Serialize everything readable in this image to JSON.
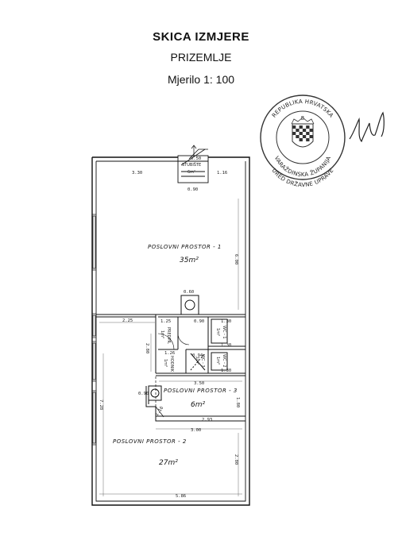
{
  "header": {
    "title": "SKICA IZMJERE",
    "subtitle": "PRIZEMLJE",
    "scale": "Mjerilo 1: 100"
  },
  "stamp": {
    "text_top": "REPUBLIKA HRVATSKA",
    "text_bottom": "VARAŽDINSKA ŽUPANIJA",
    "text_bottom2": "URED DRŽAVNE UPRAVE",
    "number": "8"
  },
  "plan": {
    "rooms": [
      {
        "name": "POSLOVNI  PROSTOR - 1",
        "area": "35m²"
      },
      {
        "name": "POSLOVNI  PROSTOR - 3",
        "area": "6m²"
      },
      {
        "name": "POSLOVNI  PROSTOR - 2",
        "area": "27m²"
      }
    ],
    "small_rooms": [
      {
        "name": "STUBIŠTE",
        "area": "6m²"
      },
      {
        "name": "WC - 1",
        "area": "1m²"
      },
      {
        "name": "WC - 2",
        "area": "1m²"
      },
      {
        "name": "WC - 3",
        "area": "1m²"
      },
      {
        "name": "PREDPR.",
        "area": "1m²"
      },
      {
        "name": "HODNIK",
        "area": "1m²"
      }
    ],
    "dimensions": {
      "top_left": "3.30",
      "top_right": "1.16",
      "stair_width": "0.50",
      "stair_bottom": "0.90",
      "right_upper": "6.00",
      "chimney": "0.60",
      "left_mid": "2.25",
      "core_a": "1.25",
      "core_b": "0.90",
      "core_c": "1.30",
      "core_d": "1.26",
      "core_e": "1.30",
      "core_f": "0.94",
      "core_g": "1.30",
      "left_core": "2.80",
      "mid_width": "3.50",
      "p3_left": "0.90",
      "p3_right": "1.80",
      "p3_bottom": "2.93",
      "p3_diag": "1.16",
      "lower_top": "3.00",
      "left_lower": "7.28",
      "right_lower": "2.80",
      "bottom": "5.86"
    }
  }
}
